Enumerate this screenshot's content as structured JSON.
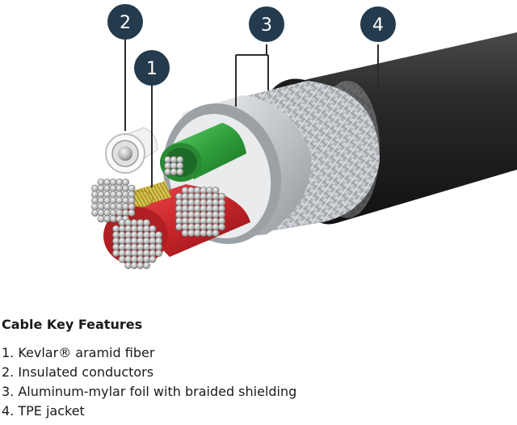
{
  "callouts": [
    {
      "id": "1",
      "label": "1"
    },
    {
      "id": "2",
      "label": "2"
    },
    {
      "id": "3",
      "label": "3"
    },
    {
      "id": "4",
      "label": "4"
    }
  ],
  "features": {
    "title": "Cable Key Features",
    "items": [
      "1. Kevlar® aramid fiber",
      "2. Insulated conductors",
      "3. Aluminum-mylar foil with braided shielding",
      "4. TPE jacket"
    ]
  },
  "colors": {
    "callout_fill": "#243a4d",
    "jacket": "#2b2b2b",
    "braid": "#bfc4c8",
    "foil": "#cfd3d6",
    "green_insulation": "#2e9e3a",
    "red_insulation": "#c8262a",
    "kevlar": "#d8c24a"
  }
}
